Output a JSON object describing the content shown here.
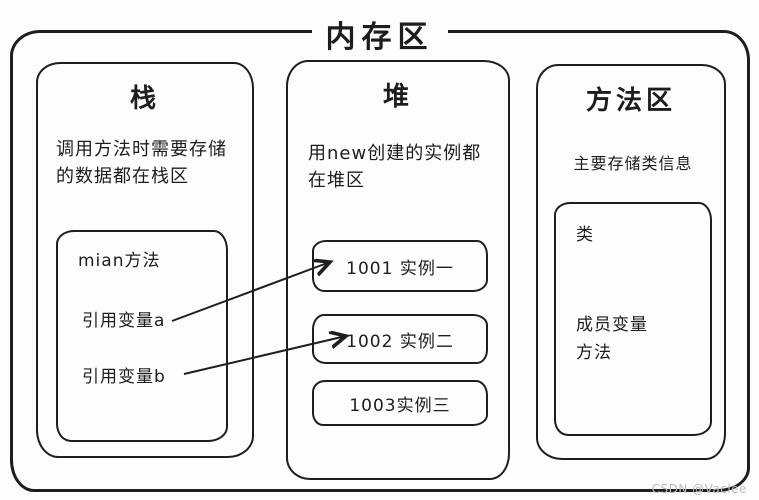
{
  "ink_color": "#1e1e1e",
  "background": "#fdfdfd",
  "title": "内存区",
  "watermark": "CSDN @Vaclee",
  "stack": {
    "title": "栈",
    "description": "调用方法时需要存储的数据都在栈区",
    "frame": {
      "title": "mian方法",
      "refs": [
        "引用变量a",
        "引用变量b"
      ]
    }
  },
  "heap": {
    "title": "堆",
    "description": "用new创建的实例都在堆区",
    "instances": [
      "1001 实例一",
      "1002 实例二",
      "1003实例三"
    ]
  },
  "method_area": {
    "title": "方法区",
    "description": "主要存储类信息",
    "class_box": {
      "title": "类",
      "members": [
        "成员变量",
        "方法"
      ]
    }
  },
  "arrows": [
    {
      "from": "引用变量a",
      "to": "1001 实例一"
    },
    {
      "from": "引用变量b",
      "to": "1002 实例二"
    }
  ]
}
